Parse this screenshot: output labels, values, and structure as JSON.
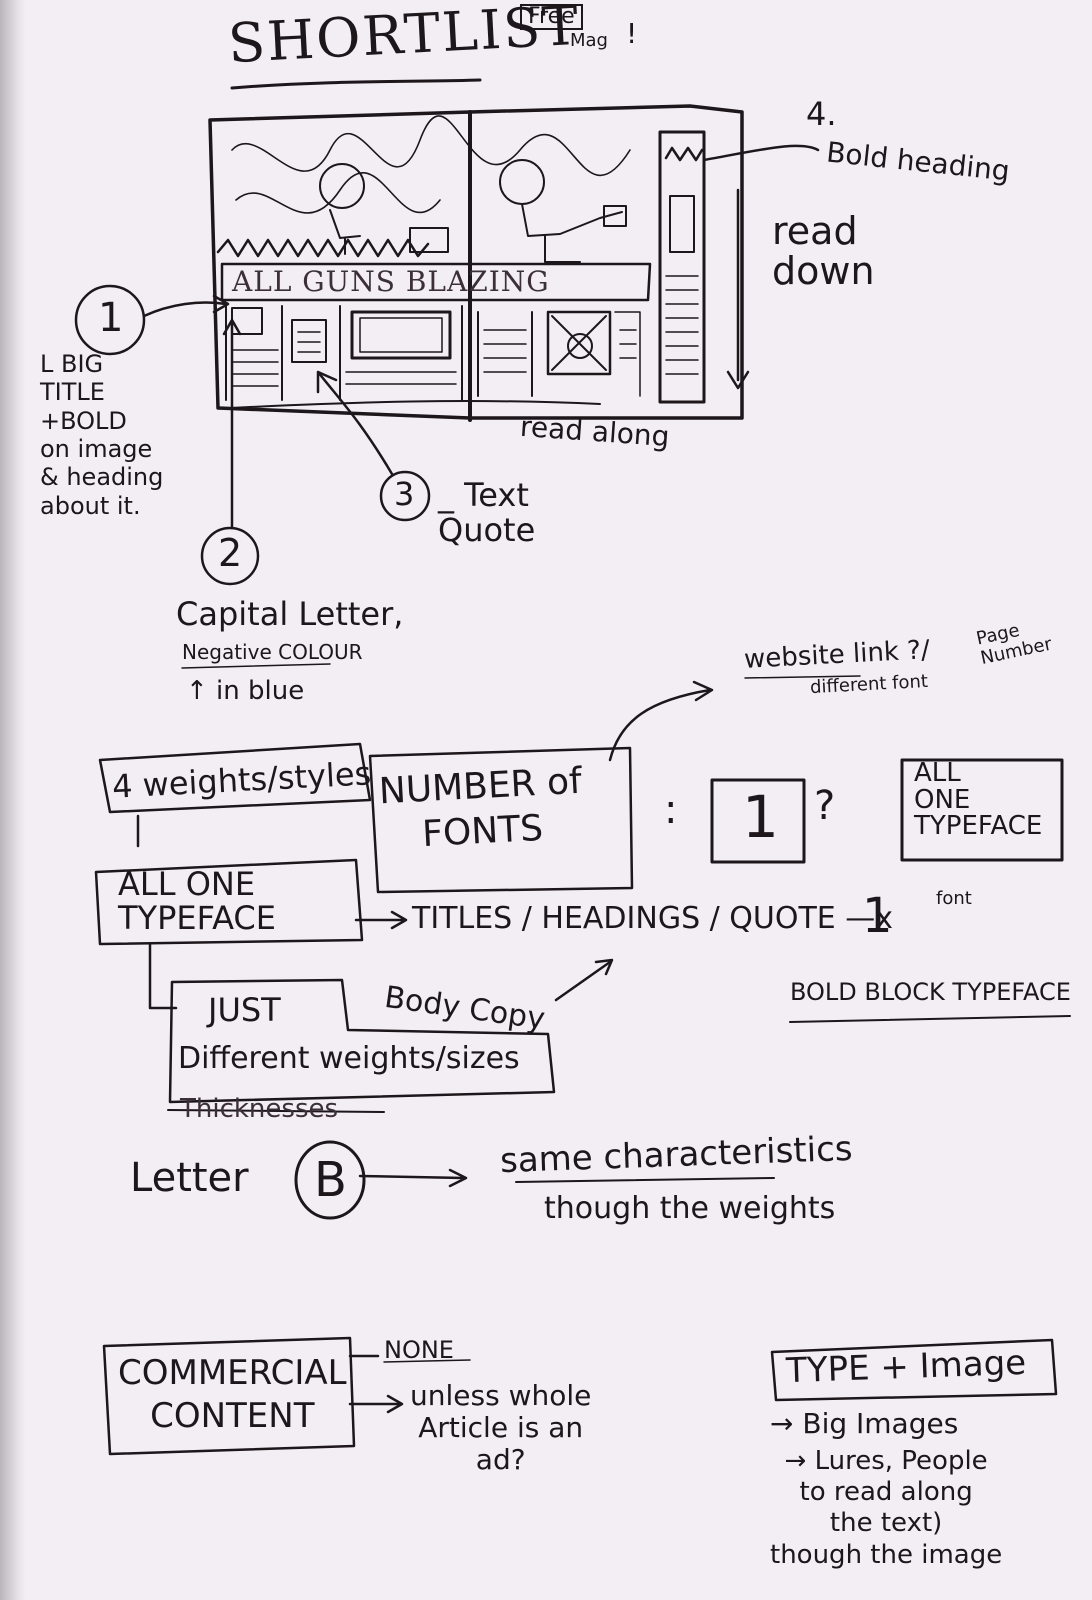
{
  "title": "SHORTLIST",
  "title_note_1": "Free",
  "title_note_2": "Mag",
  "title_note_3": "!",
  "spread_title": "ALL GUNS BLAZING",
  "annotations": {
    "bold_heading_num": "4.",
    "bold_heading": "Bold heading",
    "read_down": "read\ndown",
    "read_along": "read along",
    "one": "1",
    "big_title": "L BIG\nTITLE\n+BOLD\non image\n& heading\nabout it.",
    "two": "2",
    "three": "3",
    "text_quote": "_ Text\nQuote",
    "capital_letter": "Capital Letter,",
    "negative_colour": "Negative COLOUR",
    "in_blue": "↑ in blue"
  },
  "fonts_section": {
    "website_link": "website link ?/",
    "page_number": "Page\nNumber",
    "different_font": "different font",
    "four_weights": "4 weights/styles",
    "number_of_fonts": "NUMBER of\nFONTS",
    "colon": ":",
    "count": "1",
    "question": "?",
    "all_one_typeface_right": "ALL\nONE\nTYPEFACE",
    "all_one_typeface_left": "ALL ONE\nTYPEFACE",
    "titles_line": "TITLES / HEADINGS / QUOTE —x",
    "titles_count": "1",
    "font_word": "font",
    "bold_block": "BOLD BLOCK TYPEFACE",
    "just": "JUST",
    "body_copy": "Body Copy",
    "different_weights": "Different weights/sizes",
    "thicknesses": "Thicknesses",
    "letter": "Letter",
    "letter_b": "B",
    "same_char": "same characteristics",
    "through_weights": "though the weights"
  },
  "commercial": {
    "box": "COMMERCIAL\nCONTENT",
    "none": "NONE",
    "unless": "unless whole\nArticle is an\nad?"
  },
  "type_image": {
    "box": "TYPE + Image",
    "big_images": "→ Big Images",
    "lures": "→ Lures, People\nto read along\nthe text)\nthough the image"
  }
}
